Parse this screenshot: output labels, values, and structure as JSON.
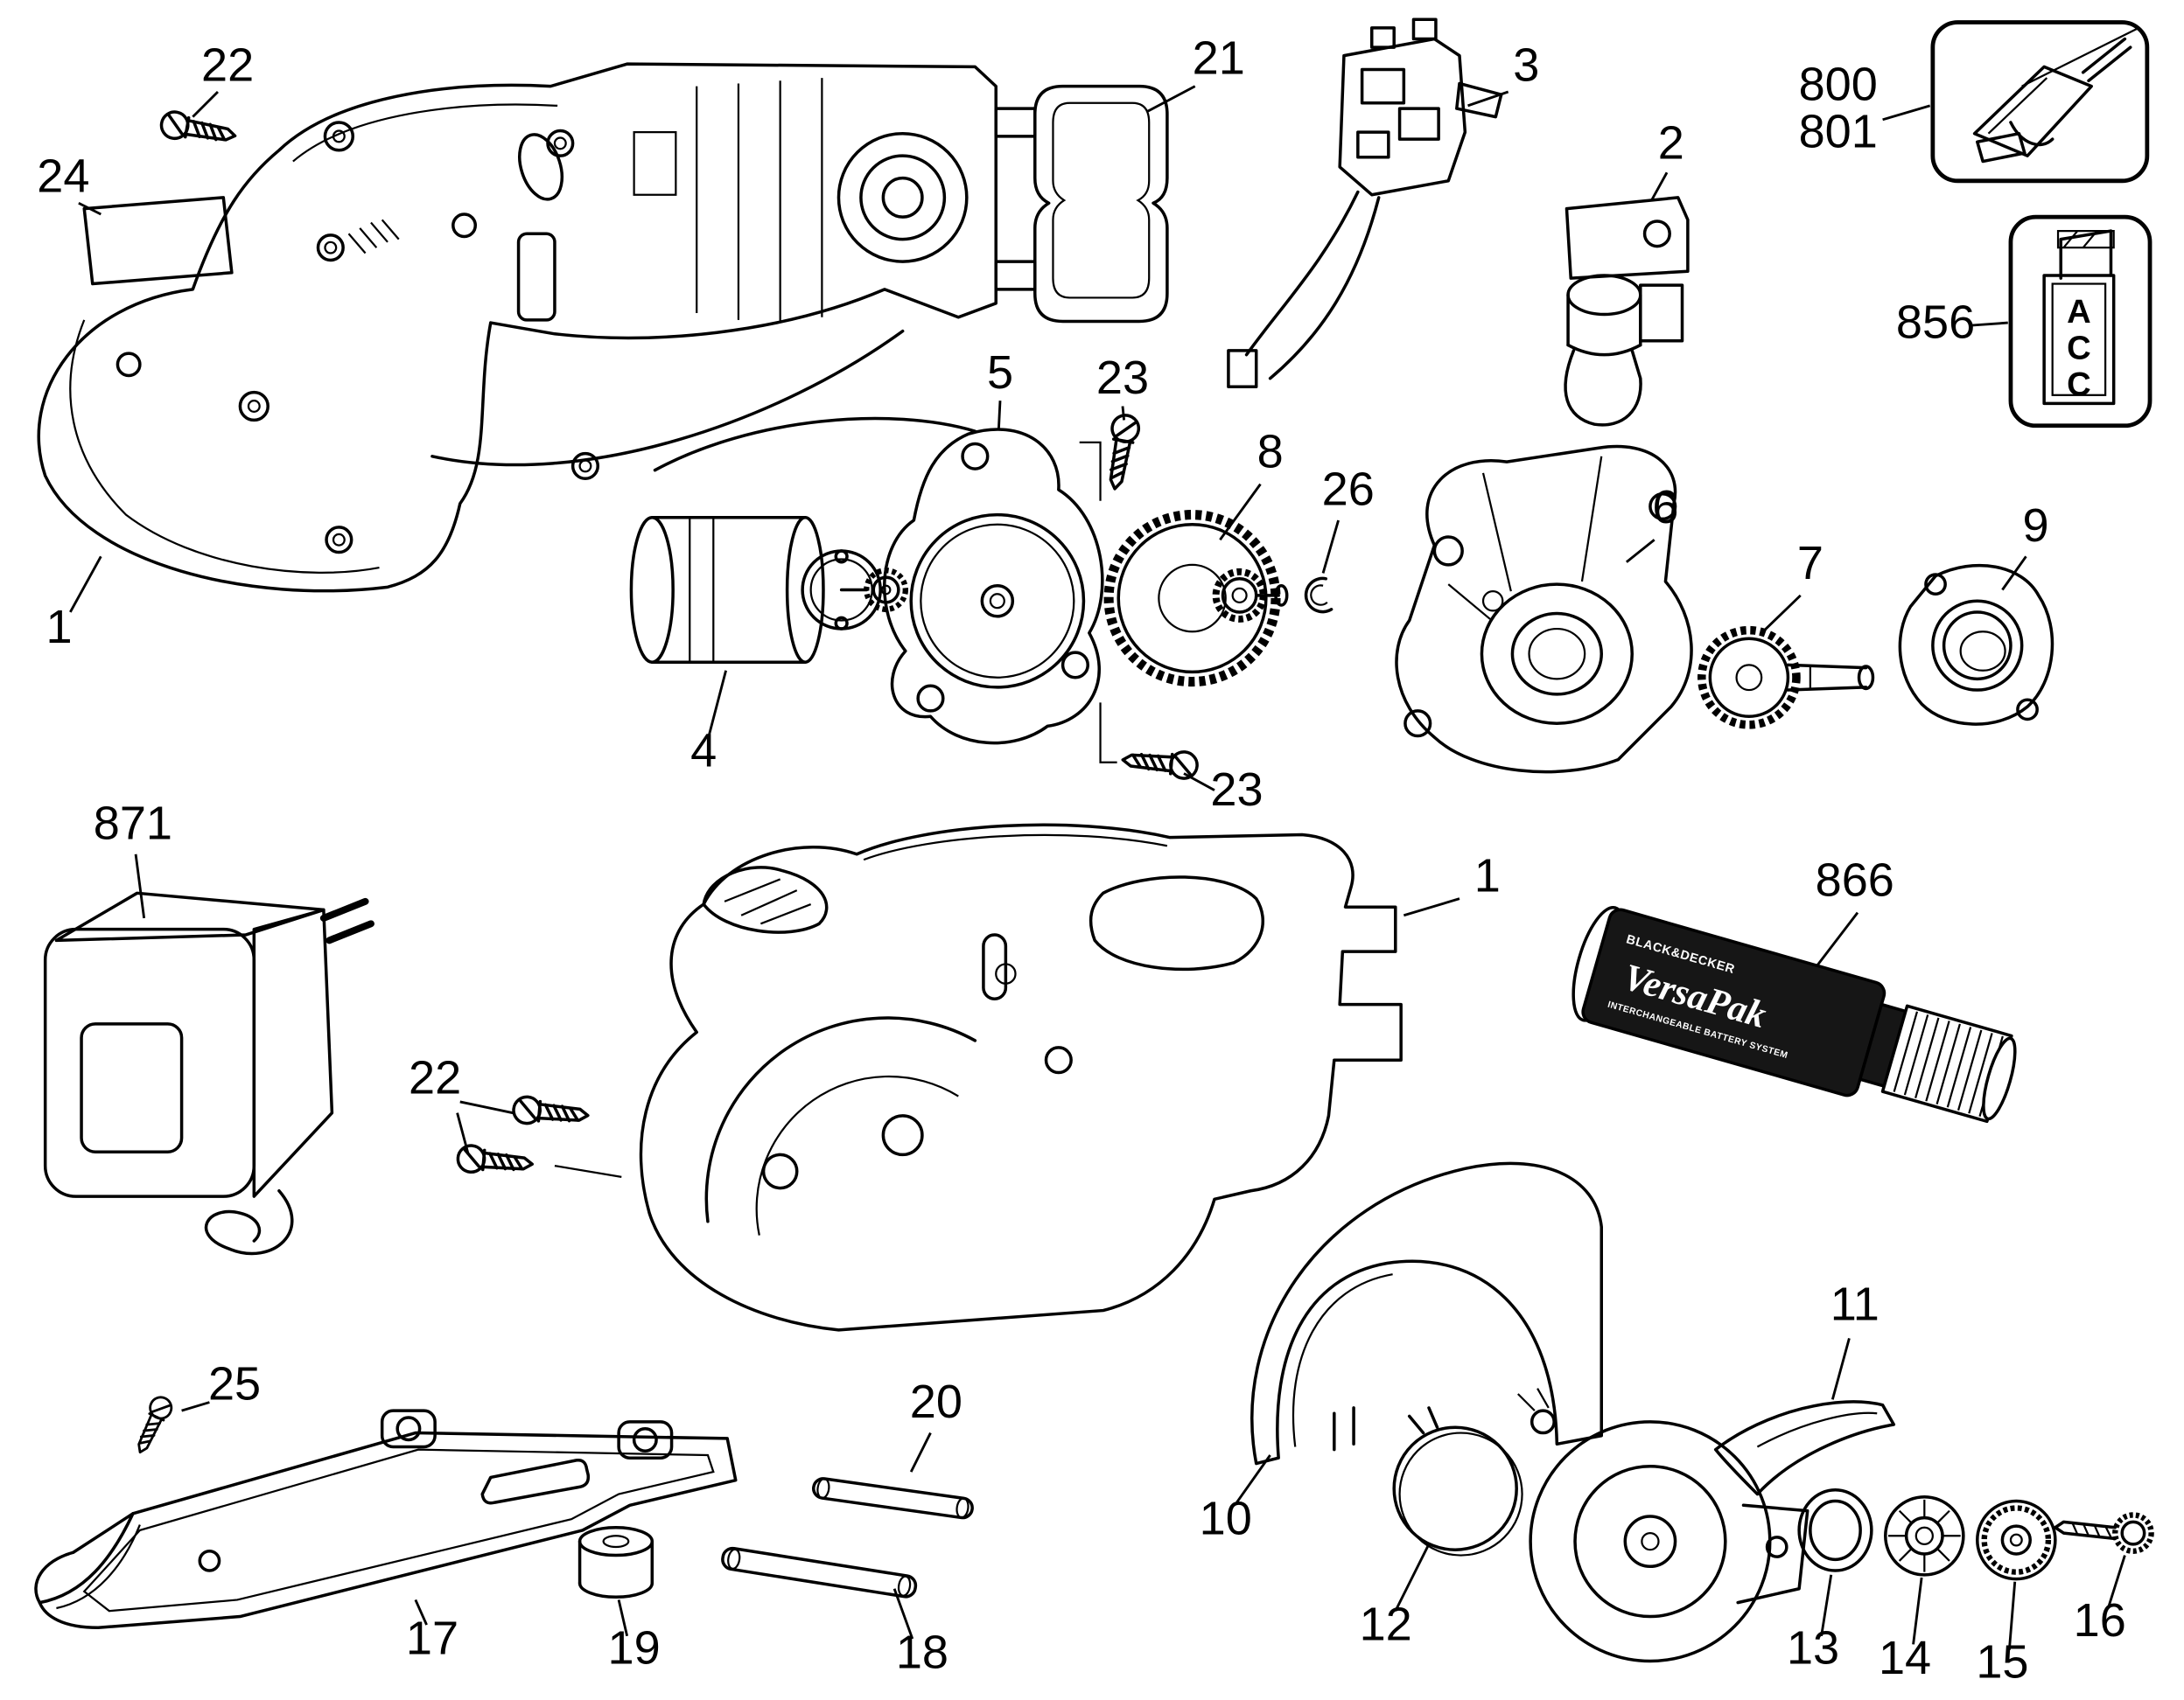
{
  "diagram": {
    "background": "#ffffff",
    "line_color": "#000000",
    "description": "Exploded parts diagram of a cordless VersaPak power saw"
  },
  "callouts": {
    "screw_top_left": "22",
    "sticker": "24",
    "housing_left": "1",
    "end_cap": "21",
    "switch": "3",
    "bracket": "2",
    "accessory_line1": "800",
    "accessory_line2": "801",
    "acc_insert": "856",
    "plate": "5",
    "screw_plate_top": "23",
    "gear_large": "8",
    "clip": "26",
    "gear_case": "6",
    "pinion": "7",
    "clamp": "9",
    "motor": "4",
    "screw_plate_bottom": "23",
    "charger": "871",
    "screws_housing": "22",
    "housing_right": "1",
    "battery": "866",
    "guard_lever": "11",
    "guard_cover": "10",
    "screw_base": "25",
    "pin_upper": "20",
    "base_plate": "17",
    "roller": "19",
    "pin_lower": "18",
    "ring_spring": "12",
    "ring": "13",
    "washer_inner": "14",
    "washer_outer": "15",
    "blade_screw": "16"
  },
  "battery_label": {
    "brand": "BLACK&DECKER",
    "name": "VersaPak",
    "subtitle": "INTERCHANGEABLE BATTERY SYSTEM"
  },
  "acc_card": {
    "line1": "A",
    "line2": "C",
    "line3": "C"
  }
}
